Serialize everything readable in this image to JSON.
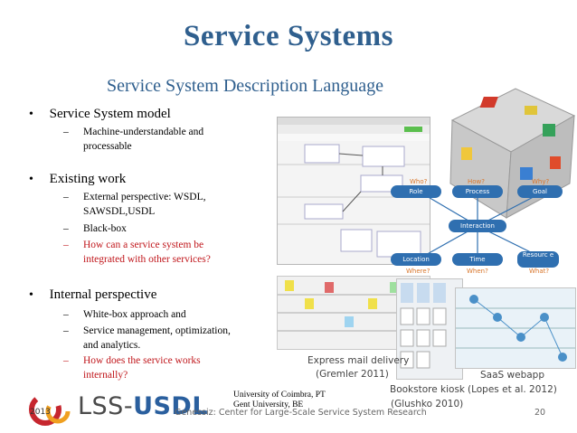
{
  "slide": {
    "title": "Service Systems",
    "subtitle": "Service System Description Language"
  },
  "bullets": [
    {
      "text": "Service System model",
      "subs": [
        {
          "text": "Machine-understandable and",
          "red": false
        },
        {
          "text": "processable",
          "red": false,
          "cont": true
        }
      ]
    },
    {
      "text": "Existing work",
      "subs": [
        {
          "text": "External perspective: WSDL,",
          "red": false
        },
        {
          "text": "SAWSDL,USDL",
          "red": false,
          "cont": true
        },
        {
          "text": "Black-box",
          "red": false
        },
        {
          "text": "How can a service system be",
          "red": true
        },
        {
          "text": "integrated with other services?",
          "red": true,
          "cont": true
        }
      ]
    },
    {
      "text": "Internal perspective",
      "subs": [
        {
          "text": "White-box approach and",
          "red": false
        },
        {
          "text": "Service management, optimization,",
          "red": false
        },
        {
          "text": "and analytics.",
          "red": false,
          "cont": true
        },
        {
          "text": "How does the service works",
          "red": true
        },
        {
          "text": "internally?",
          "red": true,
          "cont": true
        }
      ]
    }
  ],
  "diagram": {
    "nodes": [
      "Role",
      "Process",
      "Goal",
      "Interaction",
      "Location",
      "Time",
      "Resourc e"
    ],
    "questions": [
      "Who?",
      "How?",
      "Why?",
      "Where?",
      "When?",
      "What?"
    ]
  },
  "captions": {
    "express1": "Express mail delivery",
    "express2": "(Gremler 2011)",
    "saas1": "SaaS webapp",
    "saas2": "(Lopes et al. 2012)",
    "kiosk1": "Bookstore kiosk",
    "kiosk2": "(Glushko 2010)"
  },
  "footer": {
    "uc1": "University of Coimbra, PT",
    "uc2": "Gent University, BE",
    "logo_lss": "LSS-",
    "logo_usdl": "USDL",
    "year": "2013",
    "genesis": "Genessiz: Center for Large-Scale Service System Research",
    "page": "20"
  },
  "colors": {
    "title": "#2f5f8e",
    "red_text": "#c0161b",
    "diagram_node": "#2f6fb0",
    "question": "#d8752a"
  }
}
